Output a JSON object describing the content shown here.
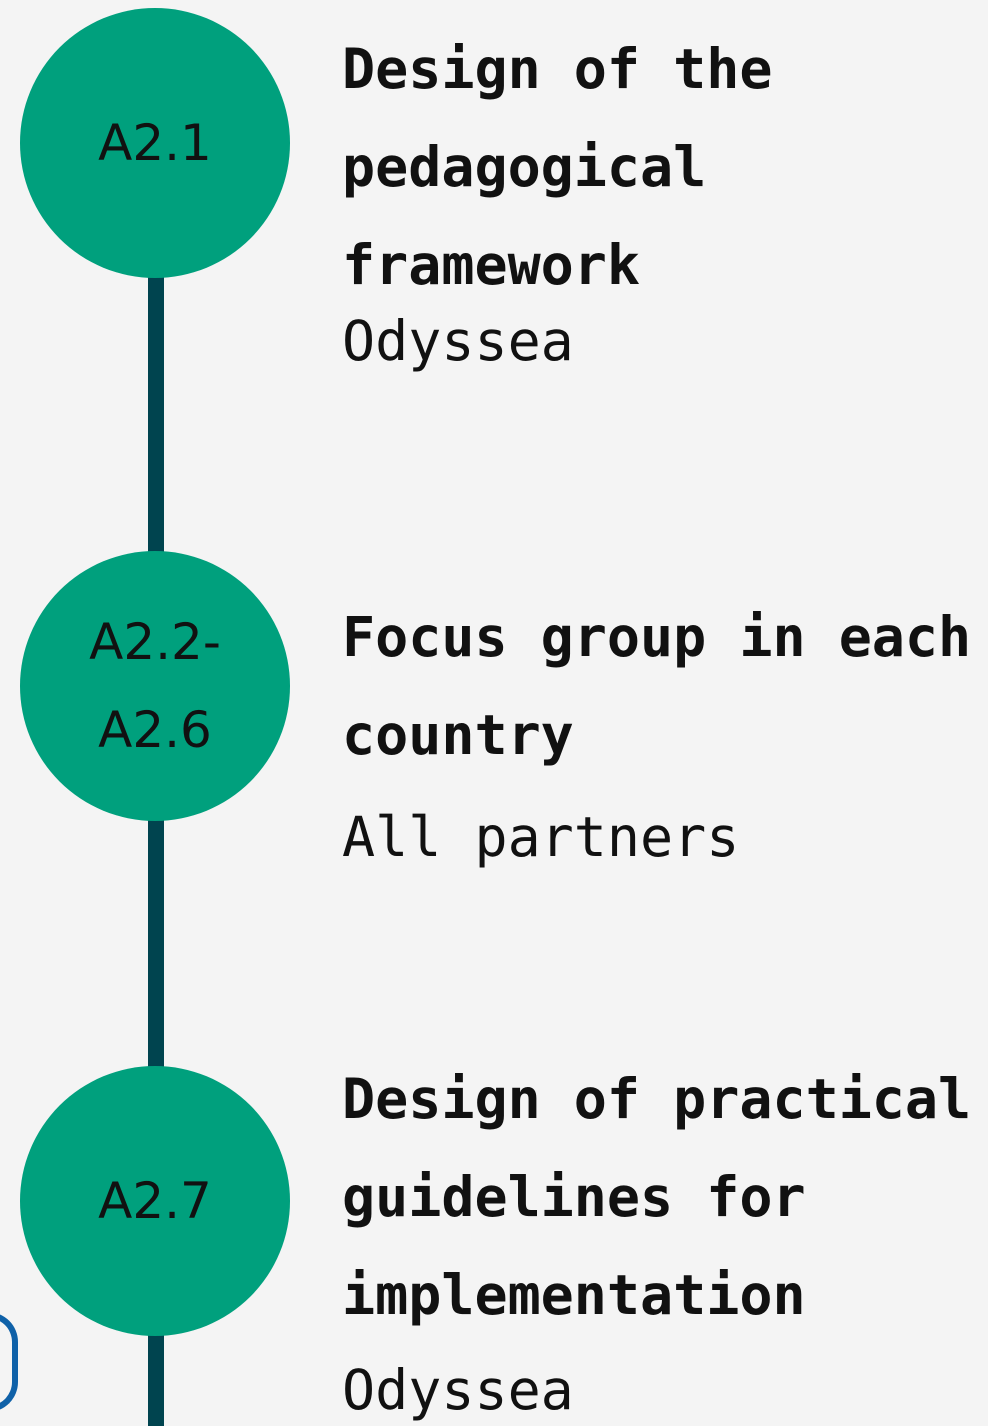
{
  "colors": {
    "background": "#f4f4f4",
    "node_fill": "#00a07d",
    "connector": "#00444f",
    "text": "#111111",
    "edge_mark": "#0f61a8"
  },
  "steps": [
    {
      "id": "A2.1",
      "title": "Design of the\npedagogical\nframework",
      "owner": "Odyssea"
    },
    {
      "id": "A2.2-\nA2.6",
      "title": "Focus group in each\ncountry",
      "owner": "All partners"
    },
    {
      "id": "A2.7",
      "title": "Design of practical\nguidelines for\nimplementation",
      "owner": "Odyssea"
    }
  ]
}
